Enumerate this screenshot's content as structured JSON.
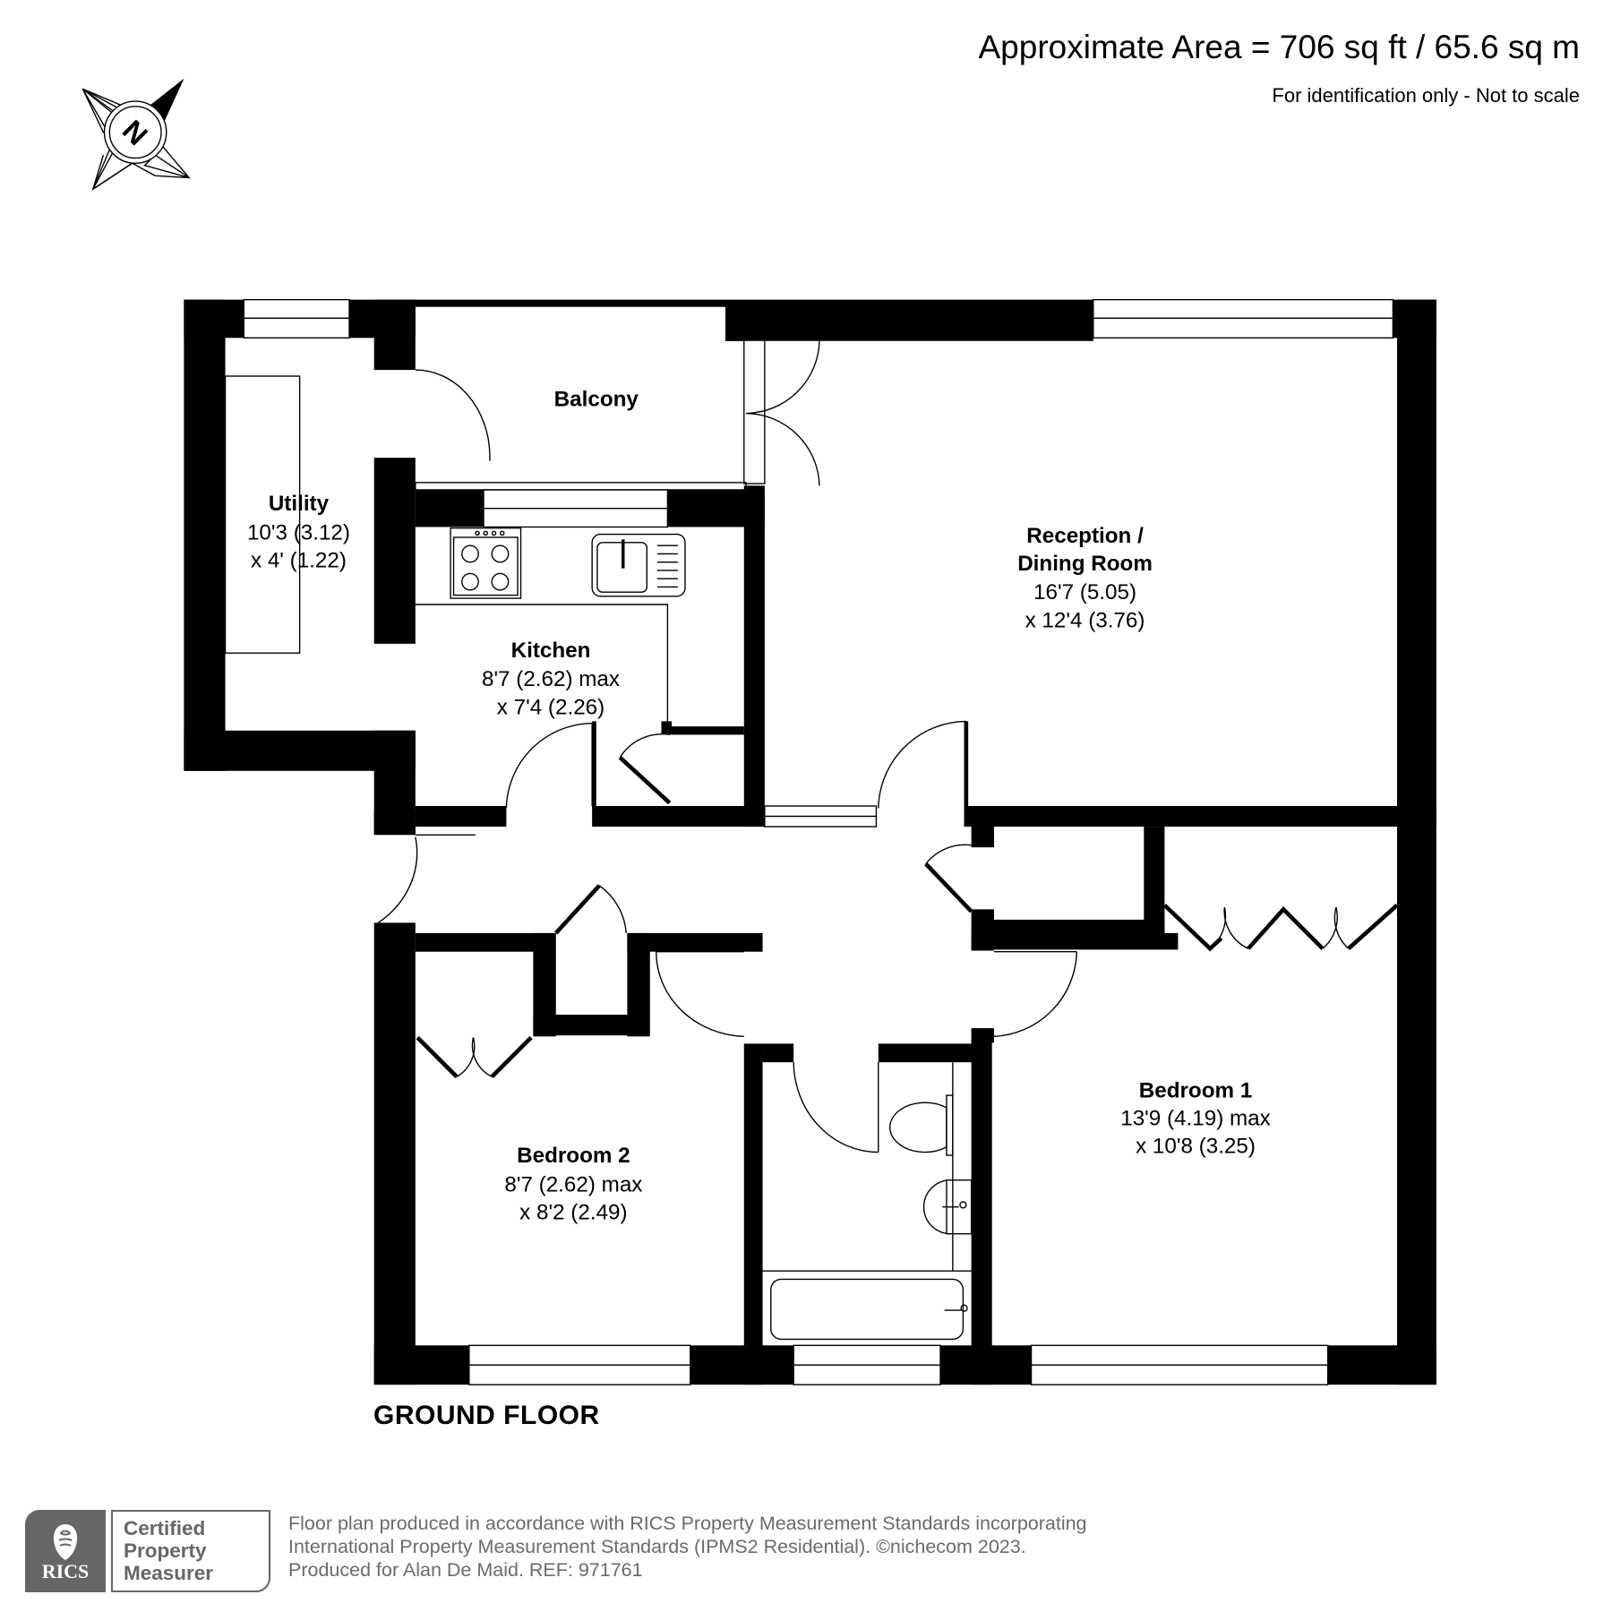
{
  "header": {
    "area_title": "Approximate Area = 706 sq ft / 65.6 sq m",
    "area_subtitle": "For identification only - Not to scale"
  },
  "compass": {
    "icon": "north-compass-icon",
    "letter": "N"
  },
  "floor": {
    "label": "GROUND FLOOR"
  },
  "rooms": {
    "balcony": {
      "name": "Balcony"
    },
    "utility": {
      "name": "Utility",
      "dim1": "10'3 (3.12)",
      "dim2": "x 4' (1.22)"
    },
    "kitchen": {
      "name": "Kitchen",
      "dim1": "8'7 (2.62) max",
      "dim2": "x 7'4 (2.26)"
    },
    "reception": {
      "name1": "Reception /",
      "name2": "Dining Room",
      "dim1": "16'7 (5.05)",
      "dim2": "x 12'4 (3.76)"
    },
    "bedroom1": {
      "name": "Bedroom 1",
      "dim1": "13'9 (4.19) max",
      "dim2": "x 10'8 (3.25)"
    },
    "bedroom2": {
      "name": "Bedroom 2",
      "dim1": "8'7 (2.62) max",
      "dim2": "x 8'2 (2.49)"
    }
  },
  "fixtures": [
    "hob-icon",
    "sink-icon",
    "toilet-icon",
    "basin-icon",
    "bath-icon"
  ],
  "footer": {
    "badge": {
      "org": "RICS",
      "line1": "Certified",
      "line2": "Property",
      "line3": "Measurer"
    },
    "line1": "Floor plan produced in accordance with RICS Property Measurement Standards incorporating",
    "line2": "International Property Measurement Standards (IPMS2 Residential).   ©nichecom 2023.",
    "line3": "Produced for Alan De Maid.   REF: 971761"
  },
  "colors": {
    "wall": "#000000",
    "background": "#ffffff",
    "footer_text": "#6b6b6b",
    "badge_gray": "#666666"
  }
}
